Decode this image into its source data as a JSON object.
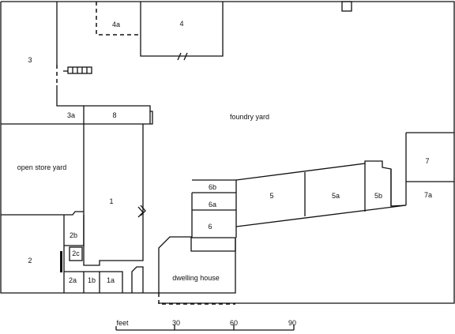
{
  "plan": {
    "rooms": {
      "r1": "1",
      "r1a": "1a",
      "r1b": "1b",
      "r2": "2",
      "r2a": "2a",
      "r2b": "2b",
      "r2c": "2c",
      "r3": "3",
      "r3a": "3a",
      "r4": "4",
      "r4a": "4a",
      "r5": "5",
      "r5a": "5a",
      "r5b": "5b",
      "r6": "6",
      "r6a": "6a",
      "r6b": "6b",
      "r7": "7",
      "r7a": "7a",
      "r8": "8"
    },
    "areas": {
      "foundry_yard": "foundry  yard",
      "open_store_yard": "open  store  yard",
      "dwelling_house": "dwelling house"
    }
  },
  "scale_bar": {
    "unit": "feet",
    "ticks": [
      "30",
      "60",
      "90"
    ]
  }
}
